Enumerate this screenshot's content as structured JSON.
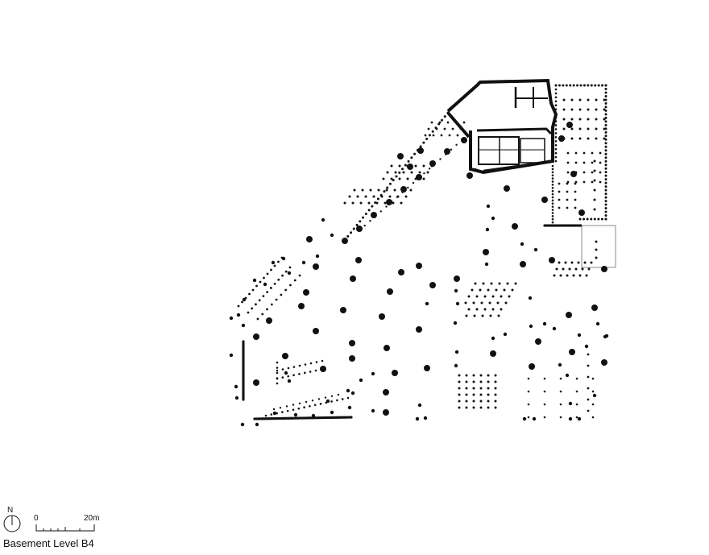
{
  "drawing": {
    "title": "Basement Level B4",
    "north_label": "N",
    "scale": {
      "start_label": "0",
      "end_label": "20m"
    }
  },
  "colors": {
    "ink": "#111111",
    "outline": "#888888",
    "background": "#ffffff"
  }
}
